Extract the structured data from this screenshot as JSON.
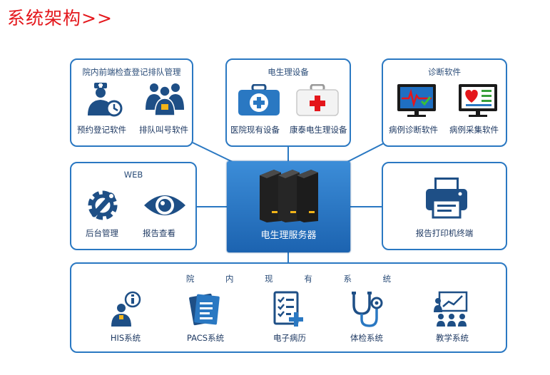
{
  "title": "系统架构>>",
  "registration": {
    "title": "院内前端检查登记排队管理",
    "left_label": "预约登记软件",
    "right_label": "排队叫号软件"
  },
  "devices": {
    "title": "电生理设备",
    "left_label": "医院现有设备",
    "right_label": "康泰电生理设备"
  },
  "diagnosis": {
    "title": "诊断软件",
    "left_label": "病例诊断软件",
    "right_label": "病例采集软件"
  },
  "web": {
    "title": "WEB",
    "left_label": "后台管理",
    "right_label": "报告查看"
  },
  "server": {
    "label": "电生理服务器"
  },
  "printer": {
    "label": "报告打印机终端"
  },
  "hospital": {
    "title": "院 内 现 有 系 统",
    "items": [
      "HIS系统",
      "PACS系统",
      "电子病历",
      "体检系统",
      "教学系统"
    ]
  },
  "colors": {
    "accent": "#2a78c2",
    "dark_blue": "#1e4f86",
    "red": "#e4161b",
    "title_red": "#e4161b"
  }
}
